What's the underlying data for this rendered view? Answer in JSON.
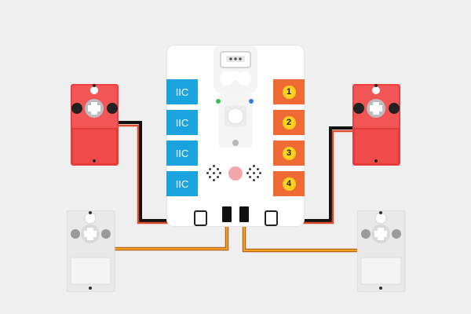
{
  "ports": {
    "iic": [
      "IIC",
      "IIC",
      "IIC",
      "IIC"
    ],
    "numbered": [
      "1",
      "2",
      "3",
      "4"
    ]
  },
  "colors": {
    "background": "#efefef",
    "board": "#ffffff",
    "iic_port": "#1aa3df",
    "numbered_port": "#f06a35",
    "number_badge": "#ffd21f",
    "servo_red": "#ee3e3e",
    "servo_gray": "#e9e9e9",
    "wire_red_pair": [
      "#111111",
      "#d94b2c"
    ],
    "wire_orange_pair": [
      "#f5a01e",
      "#b5651d"
    ],
    "status_led_green": "#35c24a",
    "status_led_blue": "#3b7bd9",
    "button_pink": "#f3a7ad"
  },
  "icons": {
    "servo_hub": "plus-cross-icon",
    "board_connector": "white-connector-icon",
    "speaker": "dot-grid-icon"
  }
}
